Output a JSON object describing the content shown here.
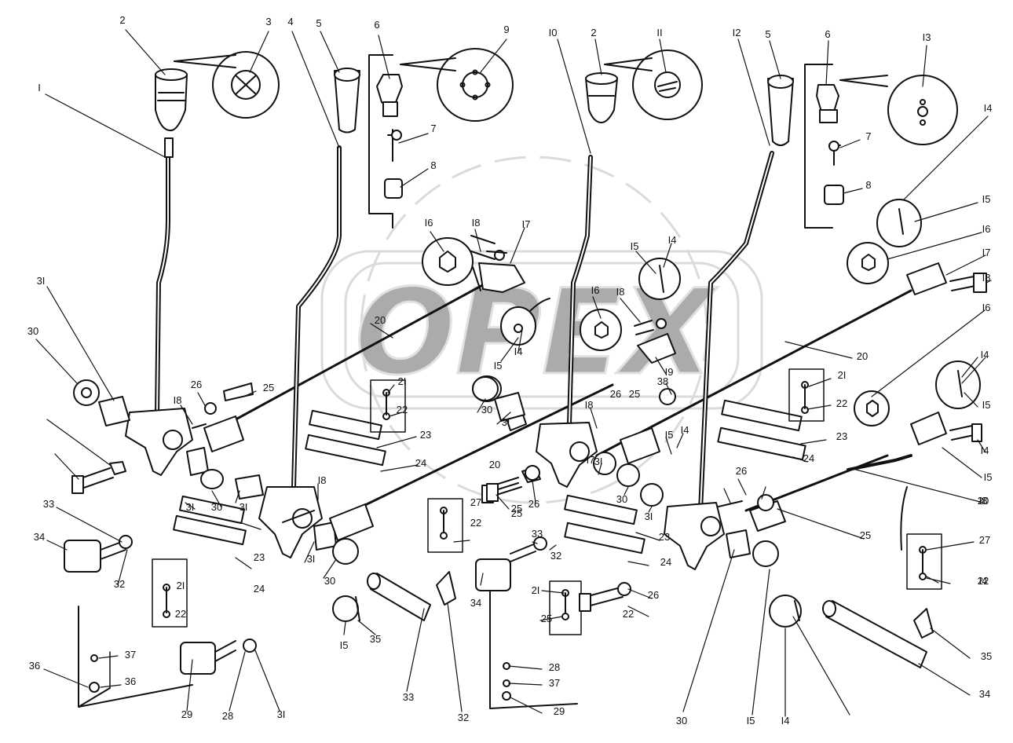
{
  "watermark": {
    "label": "OPEX"
  },
  "callouts": [
    {
      "label": "2"
    },
    {
      "label": "3"
    },
    {
      "label": "4"
    },
    {
      "label": "5"
    },
    {
      "label": "6"
    },
    {
      "label": "9"
    },
    {
      "label": "I0"
    },
    {
      "label": "2"
    },
    {
      "label": "II"
    },
    {
      "label": "I2"
    },
    {
      "label": "5"
    },
    {
      "label": "6"
    },
    {
      "label": "I3"
    },
    {
      "label": "I4"
    },
    {
      "label": "I"
    },
    {
      "label": "7"
    },
    {
      "label": "8"
    },
    {
      "label": "7"
    },
    {
      "label": "8"
    },
    {
      "label": "I5"
    },
    {
      "label": "I6"
    },
    {
      "label": "I8"
    },
    {
      "label": "I7"
    },
    {
      "label": "I6"
    },
    {
      "label": "I5"
    },
    {
      "label": "I4"
    },
    {
      "label": "I7"
    },
    {
      "label": "I8"
    },
    {
      "label": "3I"
    },
    {
      "label": "I6"
    },
    {
      "label": "I8"
    },
    {
      "label": "I4"
    },
    {
      "label": "I5"
    },
    {
      "label": "20"
    },
    {
      "label": "I9"
    },
    {
      "label": "20"
    },
    {
      "label": "I6"
    },
    {
      "label": "30"
    },
    {
      "label": "26"
    },
    {
      "label": "25"
    },
    {
      "label": "2I"
    },
    {
      "label": "22"
    },
    {
      "label": "38"
    },
    {
      "label": "25"
    },
    {
      "label": "I4"
    },
    {
      "label": "30"
    },
    {
      "label": "3I"
    },
    {
      "label": "2I"
    },
    {
      "label": "22"
    },
    {
      "label": "I5"
    },
    {
      "label": "26"
    },
    {
      "label": "I8"
    },
    {
      "label": "23"
    },
    {
      "label": "I8"
    },
    {
      "label": "I5"
    },
    {
      "label": "I4"
    },
    {
      "label": "23"
    },
    {
      "label": "24"
    },
    {
      "label": "I4"
    },
    {
      "label": "I5"
    },
    {
      "label": "24"
    },
    {
      "label": "25"
    },
    {
      "label": "I7"
    },
    {
      "label": "I8"
    },
    {
      "label": "3I"
    },
    {
      "label": "30"
    },
    {
      "label": "3I"
    },
    {
      "label": "I8"
    },
    {
      "label": "20"
    },
    {
      "label": "26"
    },
    {
      "label": "25"
    },
    {
      "label": "26"
    },
    {
      "label": "3I"
    },
    {
      "label": "30"
    },
    {
      "label": "3I"
    },
    {
      "label": "20"
    },
    {
      "label": "33"
    },
    {
      "label": "27"
    },
    {
      "label": "25"
    },
    {
      "label": "23"
    },
    {
      "label": "34"
    },
    {
      "label": "23"
    },
    {
      "label": "33"
    },
    {
      "label": "22"
    },
    {
      "label": "32"
    },
    {
      "label": "24"
    },
    {
      "label": "3I"
    },
    {
      "label": "32"
    },
    {
      "label": "24"
    },
    {
      "label": "27"
    },
    {
      "label": "30"
    },
    {
      "label": "22"
    },
    {
      "label": "2I"
    },
    {
      "label": "34"
    },
    {
      "label": "2I"
    },
    {
      "label": "26"
    },
    {
      "label": "22"
    },
    {
      "label": "25"
    },
    {
      "label": "22"
    },
    {
      "label": "I4"
    },
    {
      "label": "I5"
    },
    {
      "label": "35"
    },
    {
      "label": "28"
    },
    {
      "label": "35"
    },
    {
      "label": "37"
    },
    {
      "label": "36"
    },
    {
      "label": "36"
    },
    {
      "label": "37"
    },
    {
      "label": "29"
    },
    {
      "label": "34"
    },
    {
      "label": "33"
    },
    {
      "label": "32"
    },
    {
      "label": "29"
    },
    {
      "label": "28"
    },
    {
      "label": "3I"
    },
    {
      "label": "30"
    },
    {
      "label": "I5"
    },
    {
      "label": "I4"
    }
  ]
}
